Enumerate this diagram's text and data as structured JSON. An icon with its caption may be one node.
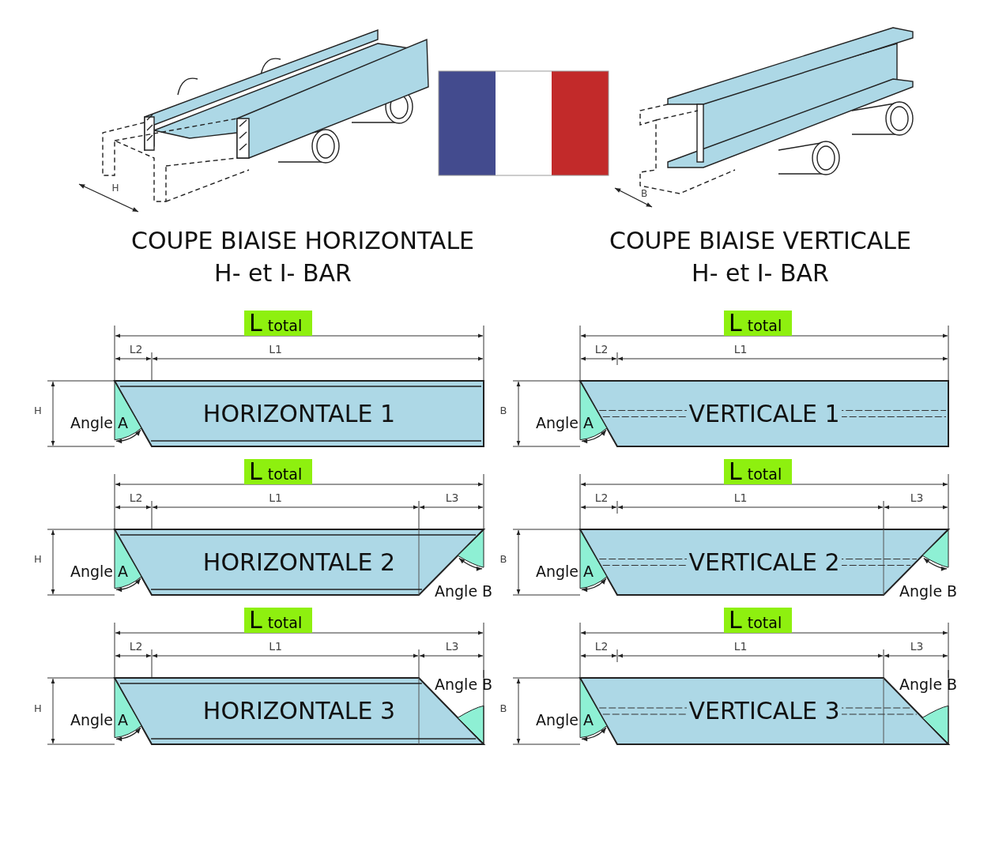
{
  "diagram": {
    "nodes": [
      {
        "text": [
          "L",
          "total"
        ]
      },
      {
        "text": [
          "HORIZONTALE 1"
        ]
      },
      {
        "text": [
          "L",
          "total"
        ]
      },
      {
        "text": [
          "VERTICALE 1"
        ]
      },
      {
        "text": [
          "L",
          "total"
        ]
      },
      {
        "text": [
          "HORIZONTALE 2"
        ]
      },
      {
        "text": [
          "L",
          "total"
        ]
      },
      {
        "text": [
          "VERTICALE 2"
        ]
      },
      {
        "text": [
          "L",
          "total"
        ]
      },
      {
        "text": [
          "HORIZONTALE 3"
        ]
      },
      {
        "text": [
          "L",
          "total"
        ]
      },
      {
        "text": [
          "VERTICALE 3"
        ]
      }
    ],
    "labels": [
      "H",
      "B",
      "COUPE BIAISE HORIZONTALE",
      "COUPE BIAISE VERTICALE",
      "H- et I- BAR",
      "H- et I- BAR",
      "L2",
      "L1",
      "H",
      "Angle A",
      "L2",
      "L1",
      "B",
      "Angle A",
      "L2",
      "L1",
      "L3",
      "H",
      "Angle A",
      "Angle B",
      "L2",
      "L1",
      "L3",
      "B",
      "Angle A",
      "Angle B",
      "L2",
      "L1",
      "L3",
      "Angle B",
      "H",
      "Angle A",
      "L2",
      "L1",
      "L3",
      "Angle B",
      "B",
      "Angle A"
    ]
  }
}
